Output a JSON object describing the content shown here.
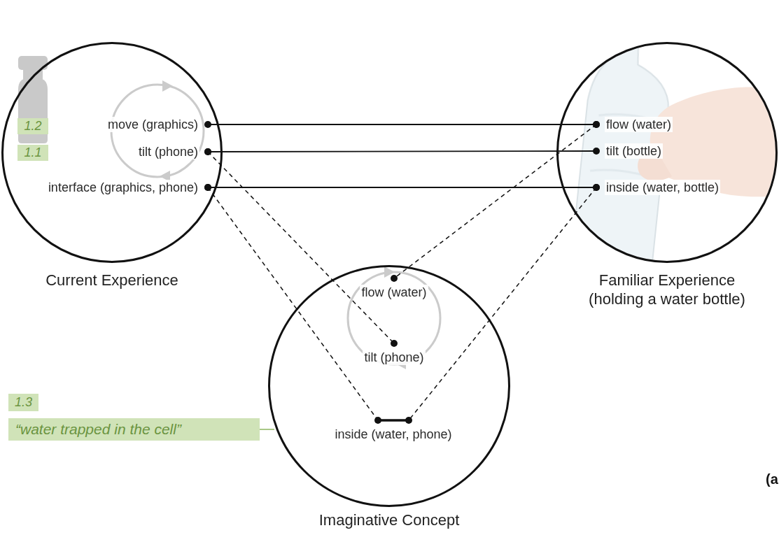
{
  "diagram": {
    "nodes": [
      {
        "text": [
          "Current Experience"
        ]
      },
      {
        "text": [
          "move (graphics)"
        ],
        "in": 0
      },
      {
        "text": [
          "tilt (phone)"
        ],
        "in": 0
      },
      {
        "text": [
          "interface (graphics, phone)"
        ],
        "in": 0
      },
      {
        "text": [
          "Familiar Experience (holding a water bottle)"
        ]
      },
      {
        "text": [
          "flow (water)"
        ],
        "in": 4
      },
      {
        "text": [
          "tilt (bottle)"
        ],
        "in": 4
      },
      {
        "text": [
          "inside (water, bottle)"
        ],
        "in": 4
      },
      {
        "text": [
          "Imaginative Concept"
        ]
      },
      {
        "text": [
          "flow (water)"
        ],
        "in": 8
      },
      {
        "text": [
          "tilt (phone)"
        ],
        "in": 8
      },
      {
        "text": [
          "inside (water, phone)"
        ],
        "in": 8
      }
    ],
    "edges": [
      {
        "from": 1,
        "to": 5,
        "arrow": "none"
      },
      {
        "from": 2,
        "to": 6,
        "arrow": "none"
      },
      {
        "from": 3,
        "to": 7,
        "arrow": "none"
      },
      {
        "from": 2,
        "to": 10,
        "arrow": "none"
      },
      {
        "from": 3,
        "to": 11,
        "arrow": "none"
      },
      {
        "from": 5,
        "to": 9,
        "arrow": "none"
      },
      {
        "from": 7,
        "to": 11,
        "arrow": "none"
      }
    ],
    "labels": [
      "1.2",
      "1.1",
      "1.3",
      "“water trapped in the cell”",
      "(a"
    ]
  }
}
